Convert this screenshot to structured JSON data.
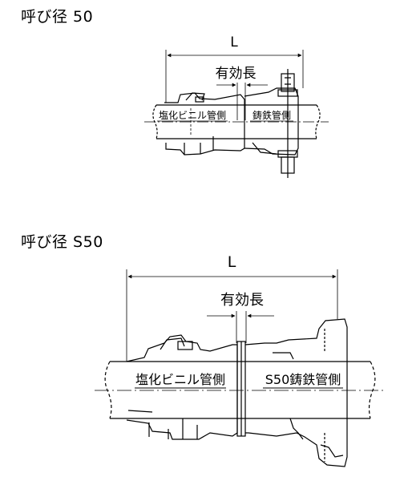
{
  "diagram_top": {
    "heading": "呼び径 50",
    "dimension_l": "L",
    "effective_length": "有効長",
    "pvc_side": "塩化ビニル管側",
    "cast_iron_side": "鋳鉄管側"
  },
  "diagram_bottom": {
    "heading": "呼び径 S50",
    "dimension_l": "L",
    "effective_length": "有効長",
    "pvc_side": "塩化ビニル管側",
    "cast_iron_side": "S50鋳鉄管側"
  }
}
